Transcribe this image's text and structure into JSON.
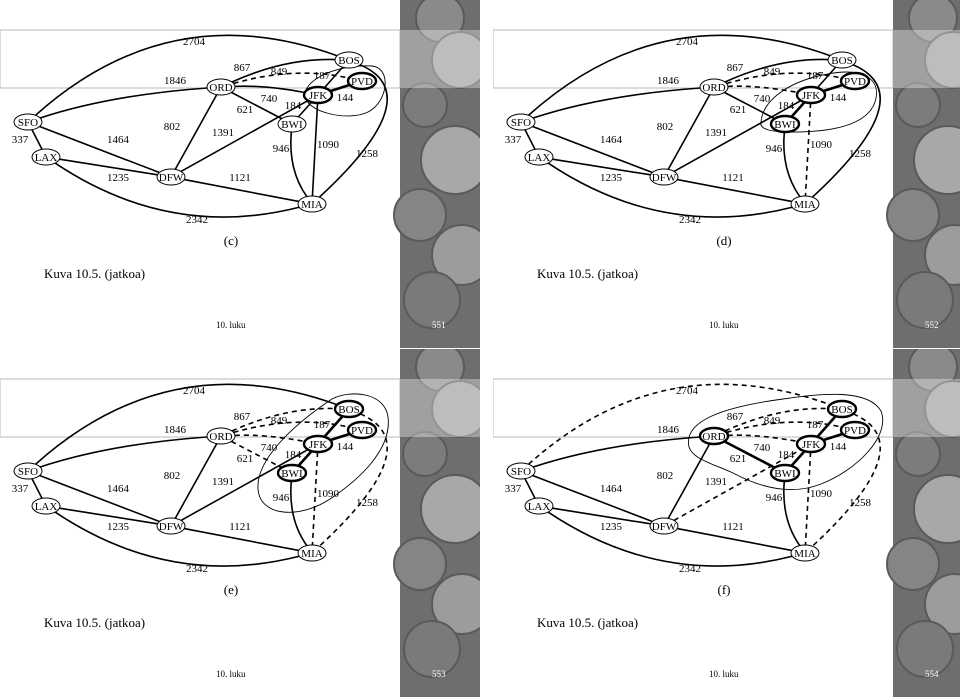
{
  "nodes": [
    {
      "id": "SFO",
      "label": "SFO"
    },
    {
      "id": "LAX",
      "label": "LAX"
    },
    {
      "id": "ORD",
      "label": "ORD"
    },
    {
      "id": "DFW",
      "label": "DFW"
    },
    {
      "id": "BOS",
      "label": "BOS"
    },
    {
      "id": "PVD",
      "label": "PVD"
    },
    {
      "id": "JFK",
      "label": "JFK"
    },
    {
      "id": "BWI",
      "label": "BWI"
    },
    {
      "id": "MIA",
      "label": "MIA"
    }
  ],
  "edges": [
    {
      "from": "SFO",
      "to": "BOS",
      "weight": "2704"
    },
    {
      "from": "SFO",
      "to": "ORD",
      "weight": "1846"
    },
    {
      "from": "SFO",
      "to": "LAX",
      "weight": "337"
    },
    {
      "from": "SFO",
      "to": "DFW",
      "weight": "1464"
    },
    {
      "from": "LAX",
      "to": "DFW",
      "weight": "1235"
    },
    {
      "from": "LAX",
      "to": "MIA",
      "weight": "2342"
    },
    {
      "from": "DFW",
      "to": "ORD",
      "weight": "802"
    },
    {
      "from": "DFW",
      "to": "JFK",
      "weight": "1391"
    },
    {
      "from": "DFW",
      "to": "MIA",
      "weight": "1121"
    },
    {
      "from": "ORD",
      "to": "BOS",
      "weight": "867"
    },
    {
      "from": "ORD",
      "to": "PVD",
      "weight": "849"
    },
    {
      "from": "ORD",
      "to": "JFK",
      "weight": "740"
    },
    {
      "from": "ORD",
      "to": "BWI",
      "weight": "621"
    },
    {
      "from": "BOS",
      "to": "JFK",
      "weight": "187"
    },
    {
      "from": "PVD",
      "to": "JFK",
      "weight": "144"
    },
    {
      "from": "JFK",
      "to": "BWI",
      "weight": "184"
    },
    {
      "from": "JFK",
      "to": "MIA",
      "weight": "1090"
    },
    {
      "from": "BWI",
      "to": "MIA",
      "weight": "946"
    },
    {
      "from": "BOS",
      "to": "MIA",
      "weight": "1258"
    }
  ],
  "slides": [
    {
      "label": "(c)",
      "caption": "Kuva 10.5. (jatkoa)",
      "chapter": "10. luku",
      "page": "551",
      "cloud": "c",
      "bold_nodes": [
        "PVD",
        "JFK"
      ],
      "dashed_edges": [
        "ORD-PVD"
      ],
      "bold_edges": [
        "PVD-JFK"
      ]
    },
    {
      "label": "(d)",
      "caption": "Kuva 10.5. (jatkoa)",
      "chapter": "10. luku",
      "page": "552",
      "cloud": "d",
      "bold_nodes": [
        "PVD",
        "JFK",
        "BWI"
      ],
      "dashed_edges": [
        "ORD-PVD",
        "ORD-JFK",
        "JFK-MIA"
      ],
      "bold_edges": [
        "PVD-JFK",
        "JFK-BWI"
      ]
    },
    {
      "label": "(e)",
      "caption": "Kuva 10.5. (jatkoa)",
      "chapter": "10. luku",
      "page": "553",
      "cloud": "e",
      "bold_nodes": [
        "BOS",
        "PVD",
        "JFK",
        "BWI"
      ],
      "dashed_edges": [
        "ORD-PVD",
        "ORD-JFK",
        "ORD-BOS",
        "ORD-BWI",
        "JFK-MIA",
        "BOS-MIA"
      ],
      "bold_edges": [
        "PVD-JFK",
        "JFK-BWI",
        "BOS-JFK"
      ]
    },
    {
      "label": "(f)",
      "caption": "Kuva 10.5. (jatkoa)",
      "chapter": "10. luku",
      "page": "554",
      "cloud": "f",
      "bold_nodes": [
        "BOS",
        "PVD",
        "JFK",
        "BWI",
        "ORD"
      ],
      "dashed_edges": [
        "SFO-BOS",
        "ORD-PVD",
        "ORD-JFK",
        "ORD-BOS",
        "DFW-JFK",
        "JFK-MIA",
        "BOS-MIA"
      ],
      "bold_edges": [
        "PVD-JFK",
        "JFK-BWI",
        "BOS-JFK",
        "ORD-BWI"
      ]
    }
  ],
  "colors": {
    "stroke": "#000000",
    "page_number": "#ffffff",
    "background": "#ffffff"
  }
}
